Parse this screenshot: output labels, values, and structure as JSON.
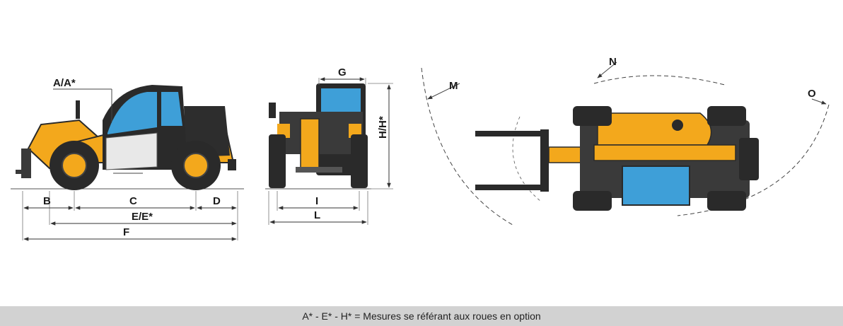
{
  "diagram": {
    "labels": {
      "a": "A/A*",
      "b": "B",
      "c": "C",
      "d": "D",
      "e": "E/E*",
      "f": "F",
      "g": "G",
      "h": "H/H*",
      "i": "I",
      "l": "L",
      "m": "M",
      "n": "N",
      "o": "O"
    },
    "colors": {
      "machine_yellow": "#f3a81c",
      "glass_blue": "#3e9fd8",
      "dark": "#2a2a2a",
      "grey": "#8a8a8a"
    }
  },
  "footer": {
    "note": "A* - E* - H* = Mesures se référant aux roues en option"
  }
}
